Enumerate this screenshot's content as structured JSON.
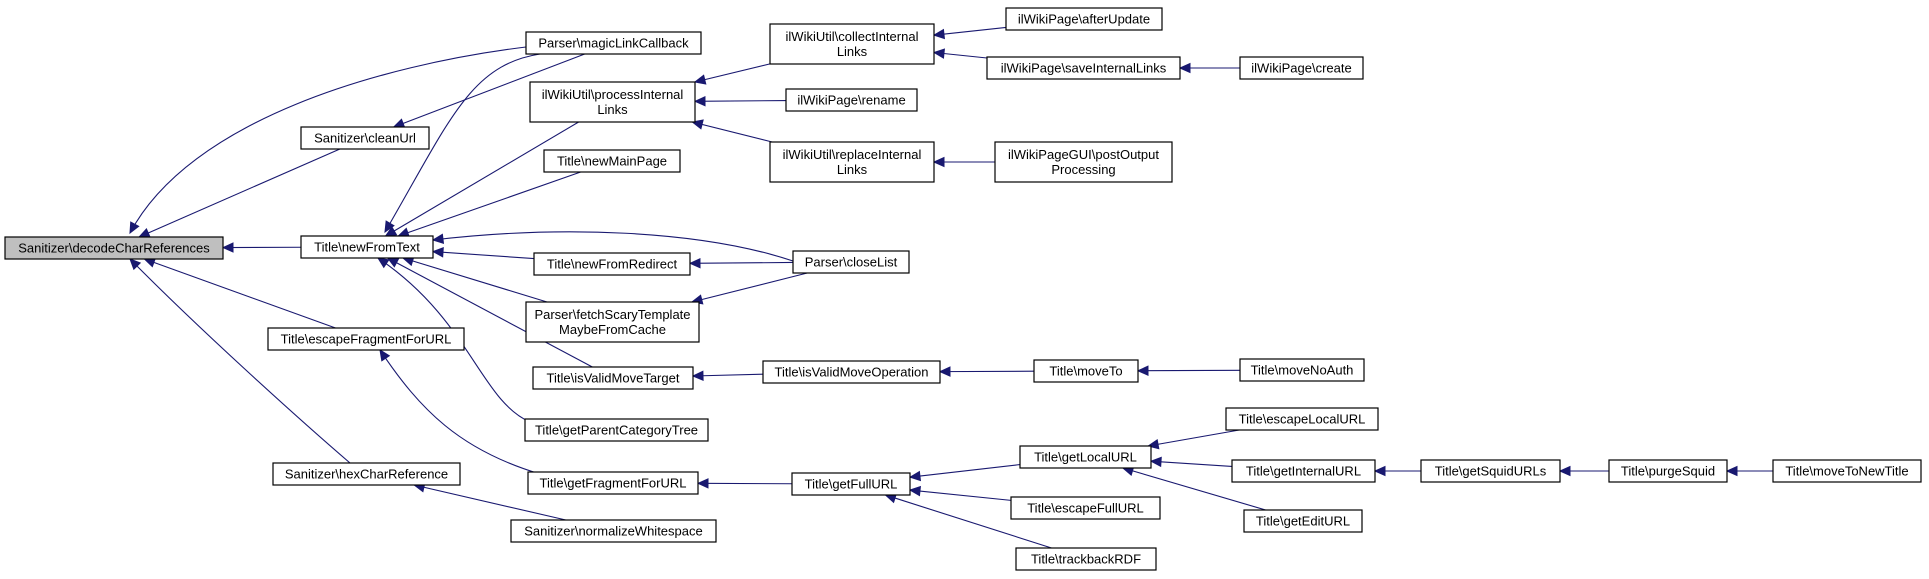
{
  "diagram": {
    "colors": {
      "edge": "#191970",
      "root_fill": "#bfbfbf",
      "node_fill": "#ffffff",
      "node_stroke": "#000000"
    },
    "nodes": [
      {
        "id": "decodeCharReferences",
        "lines": [
          "Sanitizer\\decodeCharReferences"
        ],
        "root": true
      },
      {
        "id": "cleanUrl",
        "lines": [
          "Sanitizer\\cleanUrl"
        ]
      },
      {
        "id": "magicLinkCallback",
        "lines": [
          "Parser\\magicLinkCallback"
        ]
      },
      {
        "id": "newFromText",
        "lines": [
          "Title\\newFromText"
        ]
      },
      {
        "id": "escapeFragmentForURL",
        "lines": [
          "Title\\escapeFragmentForURL"
        ]
      },
      {
        "id": "hexCharReference",
        "lines": [
          "Sanitizer\\hexCharReference"
        ]
      },
      {
        "id": "processInternalLinks",
        "lines": [
          "ilWikiUtil\\processInternal",
          "Links"
        ]
      },
      {
        "id": "newMainPage",
        "lines": [
          "Title\\newMainPage"
        ]
      },
      {
        "id": "newFromRedirect",
        "lines": [
          "Title\\newFromRedirect"
        ]
      },
      {
        "id": "fetchScaryTemplate",
        "lines": [
          "Parser\\fetchScaryTemplate",
          "MaybeFromCache"
        ]
      },
      {
        "id": "isValidMoveTarget",
        "lines": [
          "Title\\isValidMoveTarget"
        ]
      },
      {
        "id": "getParentCategoryTree",
        "lines": [
          "Title\\getParentCategoryTree"
        ]
      },
      {
        "id": "getFragmentForURL",
        "lines": [
          "Title\\getFragmentForURL"
        ]
      },
      {
        "id": "normalizeWhitespace",
        "lines": [
          "Sanitizer\\normalizeWhitespace"
        ]
      },
      {
        "id": "collectInternalLinks",
        "lines": [
          "ilWikiUtil\\collectInternal",
          "Links"
        ]
      },
      {
        "id": "rename",
        "lines": [
          "ilWikiPage\\rename"
        ]
      },
      {
        "id": "replaceInternalLinks",
        "lines": [
          "ilWikiUtil\\replaceInternal",
          "Links"
        ]
      },
      {
        "id": "closeList",
        "lines": [
          "Parser\\closeList"
        ]
      },
      {
        "id": "isValidMoveOperation",
        "lines": [
          "Title\\isValidMoveOperation"
        ]
      },
      {
        "id": "getFullURL",
        "lines": [
          "Title\\getFullURL"
        ]
      },
      {
        "id": "afterUpdate",
        "lines": [
          "ilWikiPage\\afterUpdate"
        ]
      },
      {
        "id": "saveInternalLinks",
        "lines": [
          "ilWikiPage\\saveInternalLinks"
        ]
      },
      {
        "id": "postOutputProcessing",
        "lines": [
          "ilWikiPageGUI\\postOutput",
          "Processing"
        ]
      },
      {
        "id": "moveTo",
        "lines": [
          "Title\\moveTo"
        ]
      },
      {
        "id": "getLocalURL",
        "lines": [
          "Title\\getLocalURL"
        ]
      },
      {
        "id": "escapeFullURL",
        "lines": [
          "Title\\escapeFullURL"
        ]
      },
      {
        "id": "trackbackRDF",
        "lines": [
          "Title\\trackbackRDF"
        ]
      },
      {
        "id": "create",
        "lines": [
          "ilWikiPage\\create"
        ]
      },
      {
        "id": "moveNoAuth",
        "lines": [
          "Title\\moveNoAuth"
        ]
      },
      {
        "id": "escapeLocalURL",
        "lines": [
          "Title\\escapeLocalURL"
        ]
      },
      {
        "id": "getInternalURL",
        "lines": [
          "Title\\getInternalURL"
        ]
      },
      {
        "id": "getEditURL",
        "lines": [
          "Title\\getEditURL"
        ]
      },
      {
        "id": "getSquidURLs",
        "lines": [
          "Title\\getSquidURLs"
        ]
      },
      {
        "id": "purgeSquid",
        "lines": [
          "Title\\purgeSquid"
        ]
      },
      {
        "id": "moveToNewTitle",
        "lines": [
          "Title\\moveToNewTitle"
        ]
      }
    ],
    "edges": [
      [
        "magicLinkCallback",
        "decodeCharReferences"
      ],
      [
        "cleanUrl",
        "decodeCharReferences"
      ],
      [
        "newFromText",
        "decodeCharReferences"
      ],
      [
        "escapeFragmentForURL",
        "decodeCharReferences"
      ],
      [
        "hexCharReference",
        "decodeCharReferences"
      ],
      [
        "magicLinkCallback",
        "cleanUrl"
      ],
      [
        "magicLinkCallback",
        "newFromText"
      ],
      [
        "processInternalLinks",
        "newFromText"
      ],
      [
        "newMainPage",
        "newFromText"
      ],
      [
        "closeList",
        "newFromText"
      ],
      [
        "newFromRedirect",
        "newFromText"
      ],
      [
        "fetchScaryTemplate",
        "newFromText"
      ],
      [
        "isValidMoveTarget",
        "newFromText"
      ],
      [
        "getParentCategoryTree",
        "newFromText"
      ],
      [
        "getFragmentForURL",
        "escapeFragmentForURL"
      ],
      [
        "normalizeWhitespace",
        "hexCharReference"
      ],
      [
        "collectInternalLinks",
        "processInternalLinks"
      ],
      [
        "rename",
        "processInternalLinks"
      ],
      [
        "replaceInternalLinks",
        "processInternalLinks"
      ],
      [
        "closeList",
        "newFromRedirect"
      ],
      [
        "closeList",
        "fetchScaryTemplate"
      ],
      [
        "isValidMoveOperation",
        "isValidMoveTarget"
      ],
      [
        "getFullURL",
        "getFragmentForURL"
      ],
      [
        "afterUpdate",
        "collectInternalLinks"
      ],
      [
        "saveInternalLinks",
        "collectInternalLinks"
      ],
      [
        "postOutputProcessing",
        "replaceInternalLinks"
      ],
      [
        "moveTo",
        "isValidMoveOperation"
      ],
      [
        "getLocalURL",
        "getFullURL"
      ],
      [
        "escapeFullURL",
        "getFullURL"
      ],
      [
        "trackbackRDF",
        "getFullURL"
      ],
      [
        "create",
        "saveInternalLinks"
      ],
      [
        "moveNoAuth",
        "moveTo"
      ],
      [
        "escapeLocalURL",
        "getLocalURL"
      ],
      [
        "getInternalURL",
        "getLocalURL"
      ],
      [
        "getEditURL",
        "getLocalURL"
      ],
      [
        "getSquidURLs",
        "getInternalURL"
      ],
      [
        "purgeSquid",
        "getSquidURLs"
      ],
      [
        "moveToNewTitle",
        "purgeSquid"
      ]
    ]
  }
}
